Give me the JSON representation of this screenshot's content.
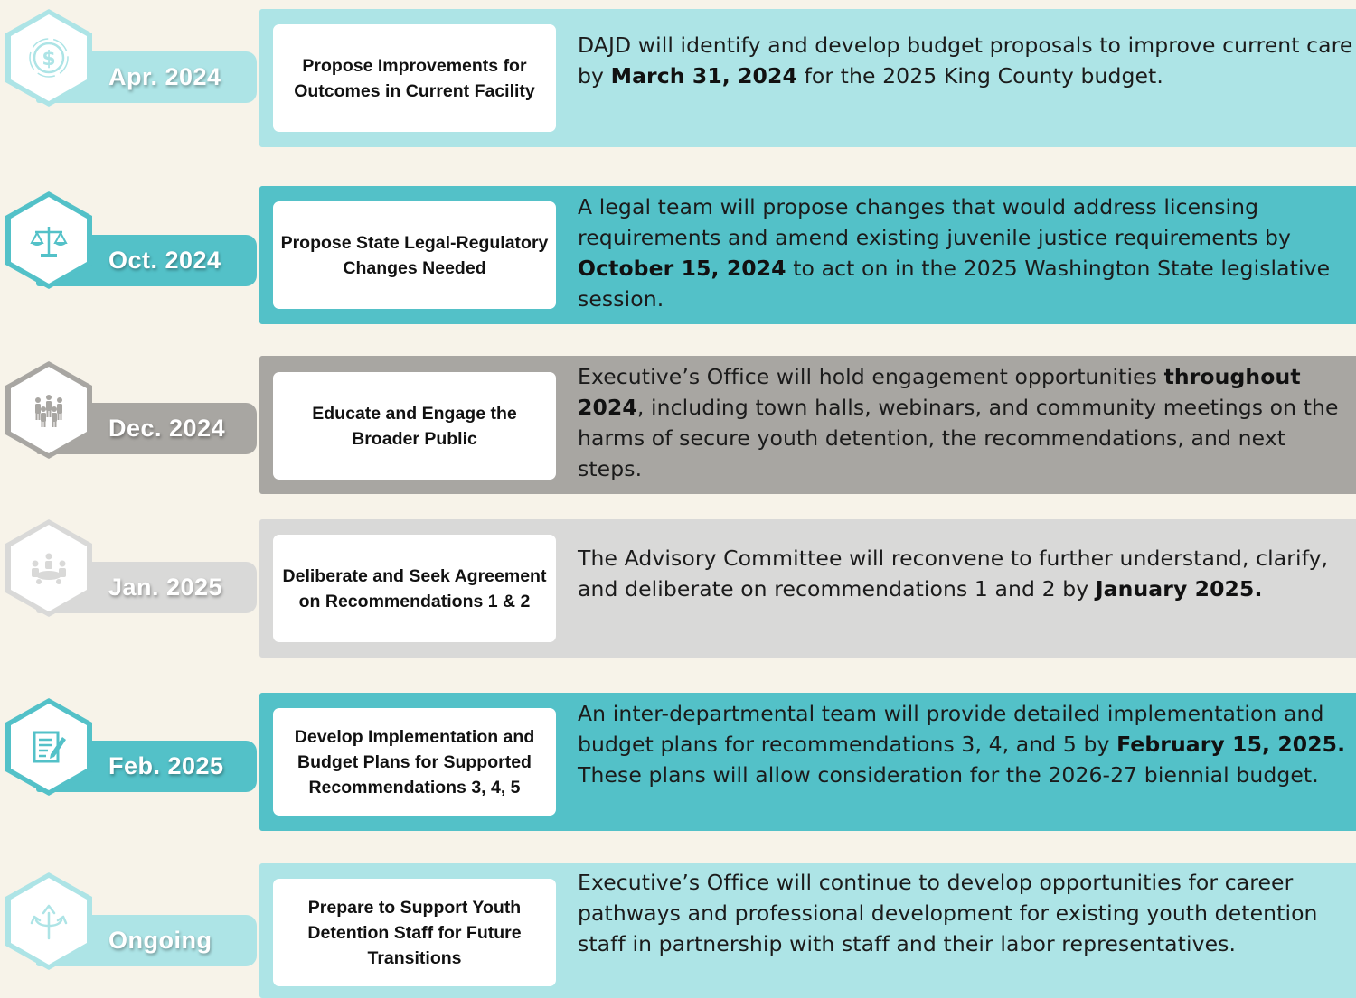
{
  "colors": {
    "background": "#f7f3e9",
    "light_teal": "#ade4e6",
    "teal": "#53c1c8",
    "gray": "#a8a6a2",
    "light_gray": "#d9d9d8"
  },
  "milestones": [
    {
      "date": "Apr. 2024",
      "icon": "dollar-icon",
      "title": "Propose Improvements for Outcomes in Current Facility",
      "desc_pre": "DAJD will identify and develop budget proposals to improve current care by ",
      "desc_bold": "March 31, 2024",
      "desc_post": " for the 2025 King County budget."
    },
    {
      "date": "Oct. 2024",
      "icon": "scales-icon",
      "title": "Propose State Legal-Regulatory Changes Needed",
      "desc_pre": "A legal team will propose changes that would address licensing requirements and amend existing juvenile justice requirements by ",
      "desc_bold": "October 15, 2024",
      "desc_post": " to act on in the 2025 Washington State legislative session."
    },
    {
      "date": "Dec. 2024",
      "icon": "people-icon",
      "title": "Educate and Engage the Broader Public",
      "desc_pre": "Executive’s Office will hold engagement opportunities ",
      "desc_bold": "throughout 2024",
      "desc_post": ", including town halls, webinars, and community meetings on the harms of secure youth detention, the recommendations, and next steps."
    },
    {
      "date": "Jan. 2025",
      "icon": "meeting-icon",
      "title": "Deliberate and Seek Agreement on Recommendations 1 & 2",
      "desc_pre": "The Advisory Committee will reconvene to further understand, clarify, and deliberate on recommendations 1 and 2 by ",
      "desc_bold": "January 2025.",
      "desc_post": ""
    },
    {
      "date": "Feb. 2025",
      "icon": "edit-document-icon",
      "title": "Develop Implementation and Budget Plans for Supported Recommendations 3, 4, 5",
      "desc_pre": "An inter-departmental team will provide detailed implementation and budget plans for recommendations 3, 4, and 5 by ",
      "desc_bold": "February 15, 2025.",
      "desc_post": " These plans will allow consideration for the 2026-27 biennial budget."
    },
    {
      "date": "Ongoing",
      "icon": "branching-arrows-icon",
      "title": "Prepare to Support Youth Detention Staff for Future Transitions",
      "desc_pre": "Executive’s Office will continue to develop opportunities for career pathways and professional development for existing youth detention staff in partnership with staff and their labor representatives.",
      "desc_bold": "",
      "desc_post": ""
    }
  ]
}
